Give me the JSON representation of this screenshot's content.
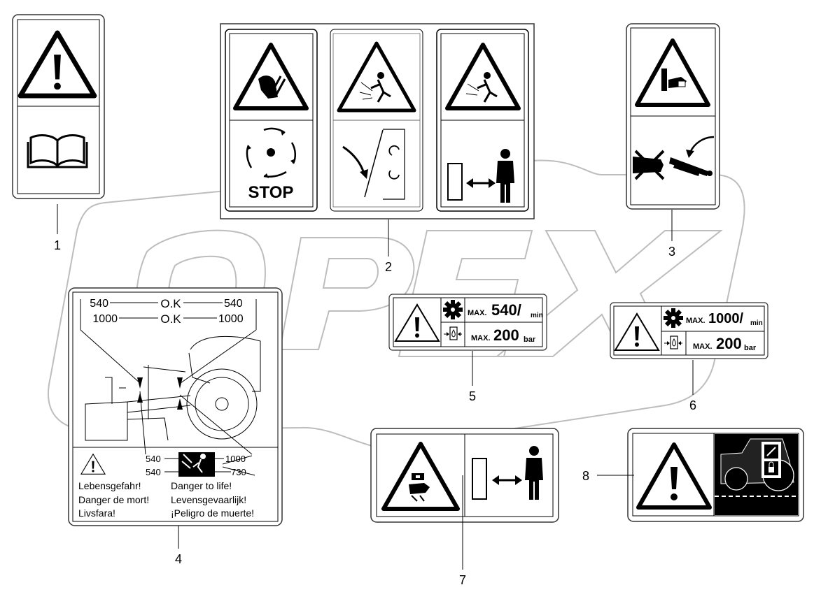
{
  "callouts": [
    "1",
    "2",
    "3",
    "4",
    "5",
    "6",
    "7",
    "8"
  ],
  "watermark": "OPEX",
  "decal4": {
    "row1": {
      "left": "540",
      "mid": "O.K",
      "right": "540"
    },
    "row2": {
      "left": "1000",
      "mid": "O.K",
      "right": "1000"
    },
    "small": {
      "a": "540",
      "b": "540",
      "c": "1000",
      "d": "730"
    },
    "warnings": [
      "Lebensgefahr!",
      "Danger to life!",
      "Danger de mort!",
      "Levensgevaarlijk!",
      "Livsfara!",
      "¡Peligro de muerte!"
    ]
  },
  "decal2": {
    "stop": "STOP"
  },
  "decal5": {
    "max": "MAX.",
    "speed": "540/",
    "speed_unit": "min",
    "pressure": "200",
    "pressure_unit": "bar"
  },
  "decal6": {
    "max": "MAX.",
    "speed": "1000/",
    "speed_unit": "min",
    "pressure": "200",
    "pressure_unit": "bar"
  },
  "icons": [
    "warning-triangle-icon",
    "book-icon",
    "hand-cut-icon",
    "rotating-arrows-icon",
    "thrown-object-icon",
    "person-icon",
    "double-arrow-icon",
    "crush-hand-icon",
    "gear-icon",
    "hydraulic-icon",
    "tractor-icon"
  ]
}
